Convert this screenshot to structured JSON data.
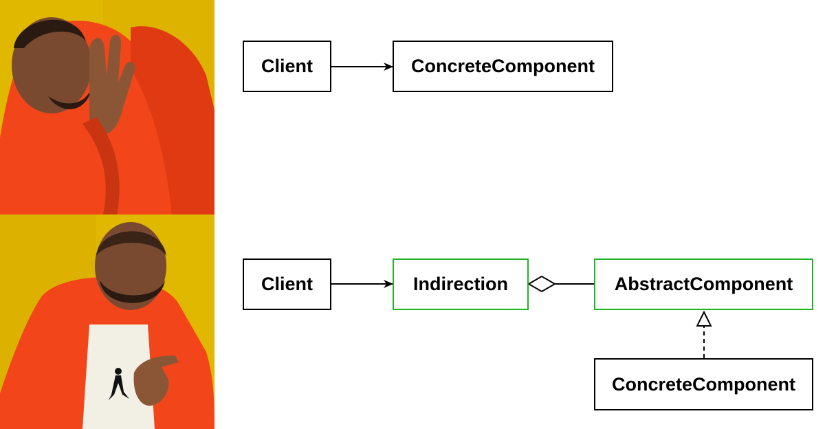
{
  "colors": {
    "background_yellow": "#e0b800",
    "jacket_orange": "#f2461a",
    "skin": "#7a4a30",
    "shirt": "#f2efe4",
    "box_border": "#000000",
    "highlight_border": "#22b322"
  },
  "meme": {
    "top_panel": {
      "pose": "rejecting",
      "icon": "hand-block-icon"
    },
    "bottom_panel": {
      "pose": "approving",
      "icon": "pointing-hand-icon"
    }
  },
  "top_diagram": {
    "client": "Client",
    "component": "ConcreteComponent"
  },
  "bottom_diagram": {
    "client": "Client",
    "indirection": "Indirection",
    "abstract": "AbstractComponent",
    "concrete": "ConcreteComponent"
  }
}
